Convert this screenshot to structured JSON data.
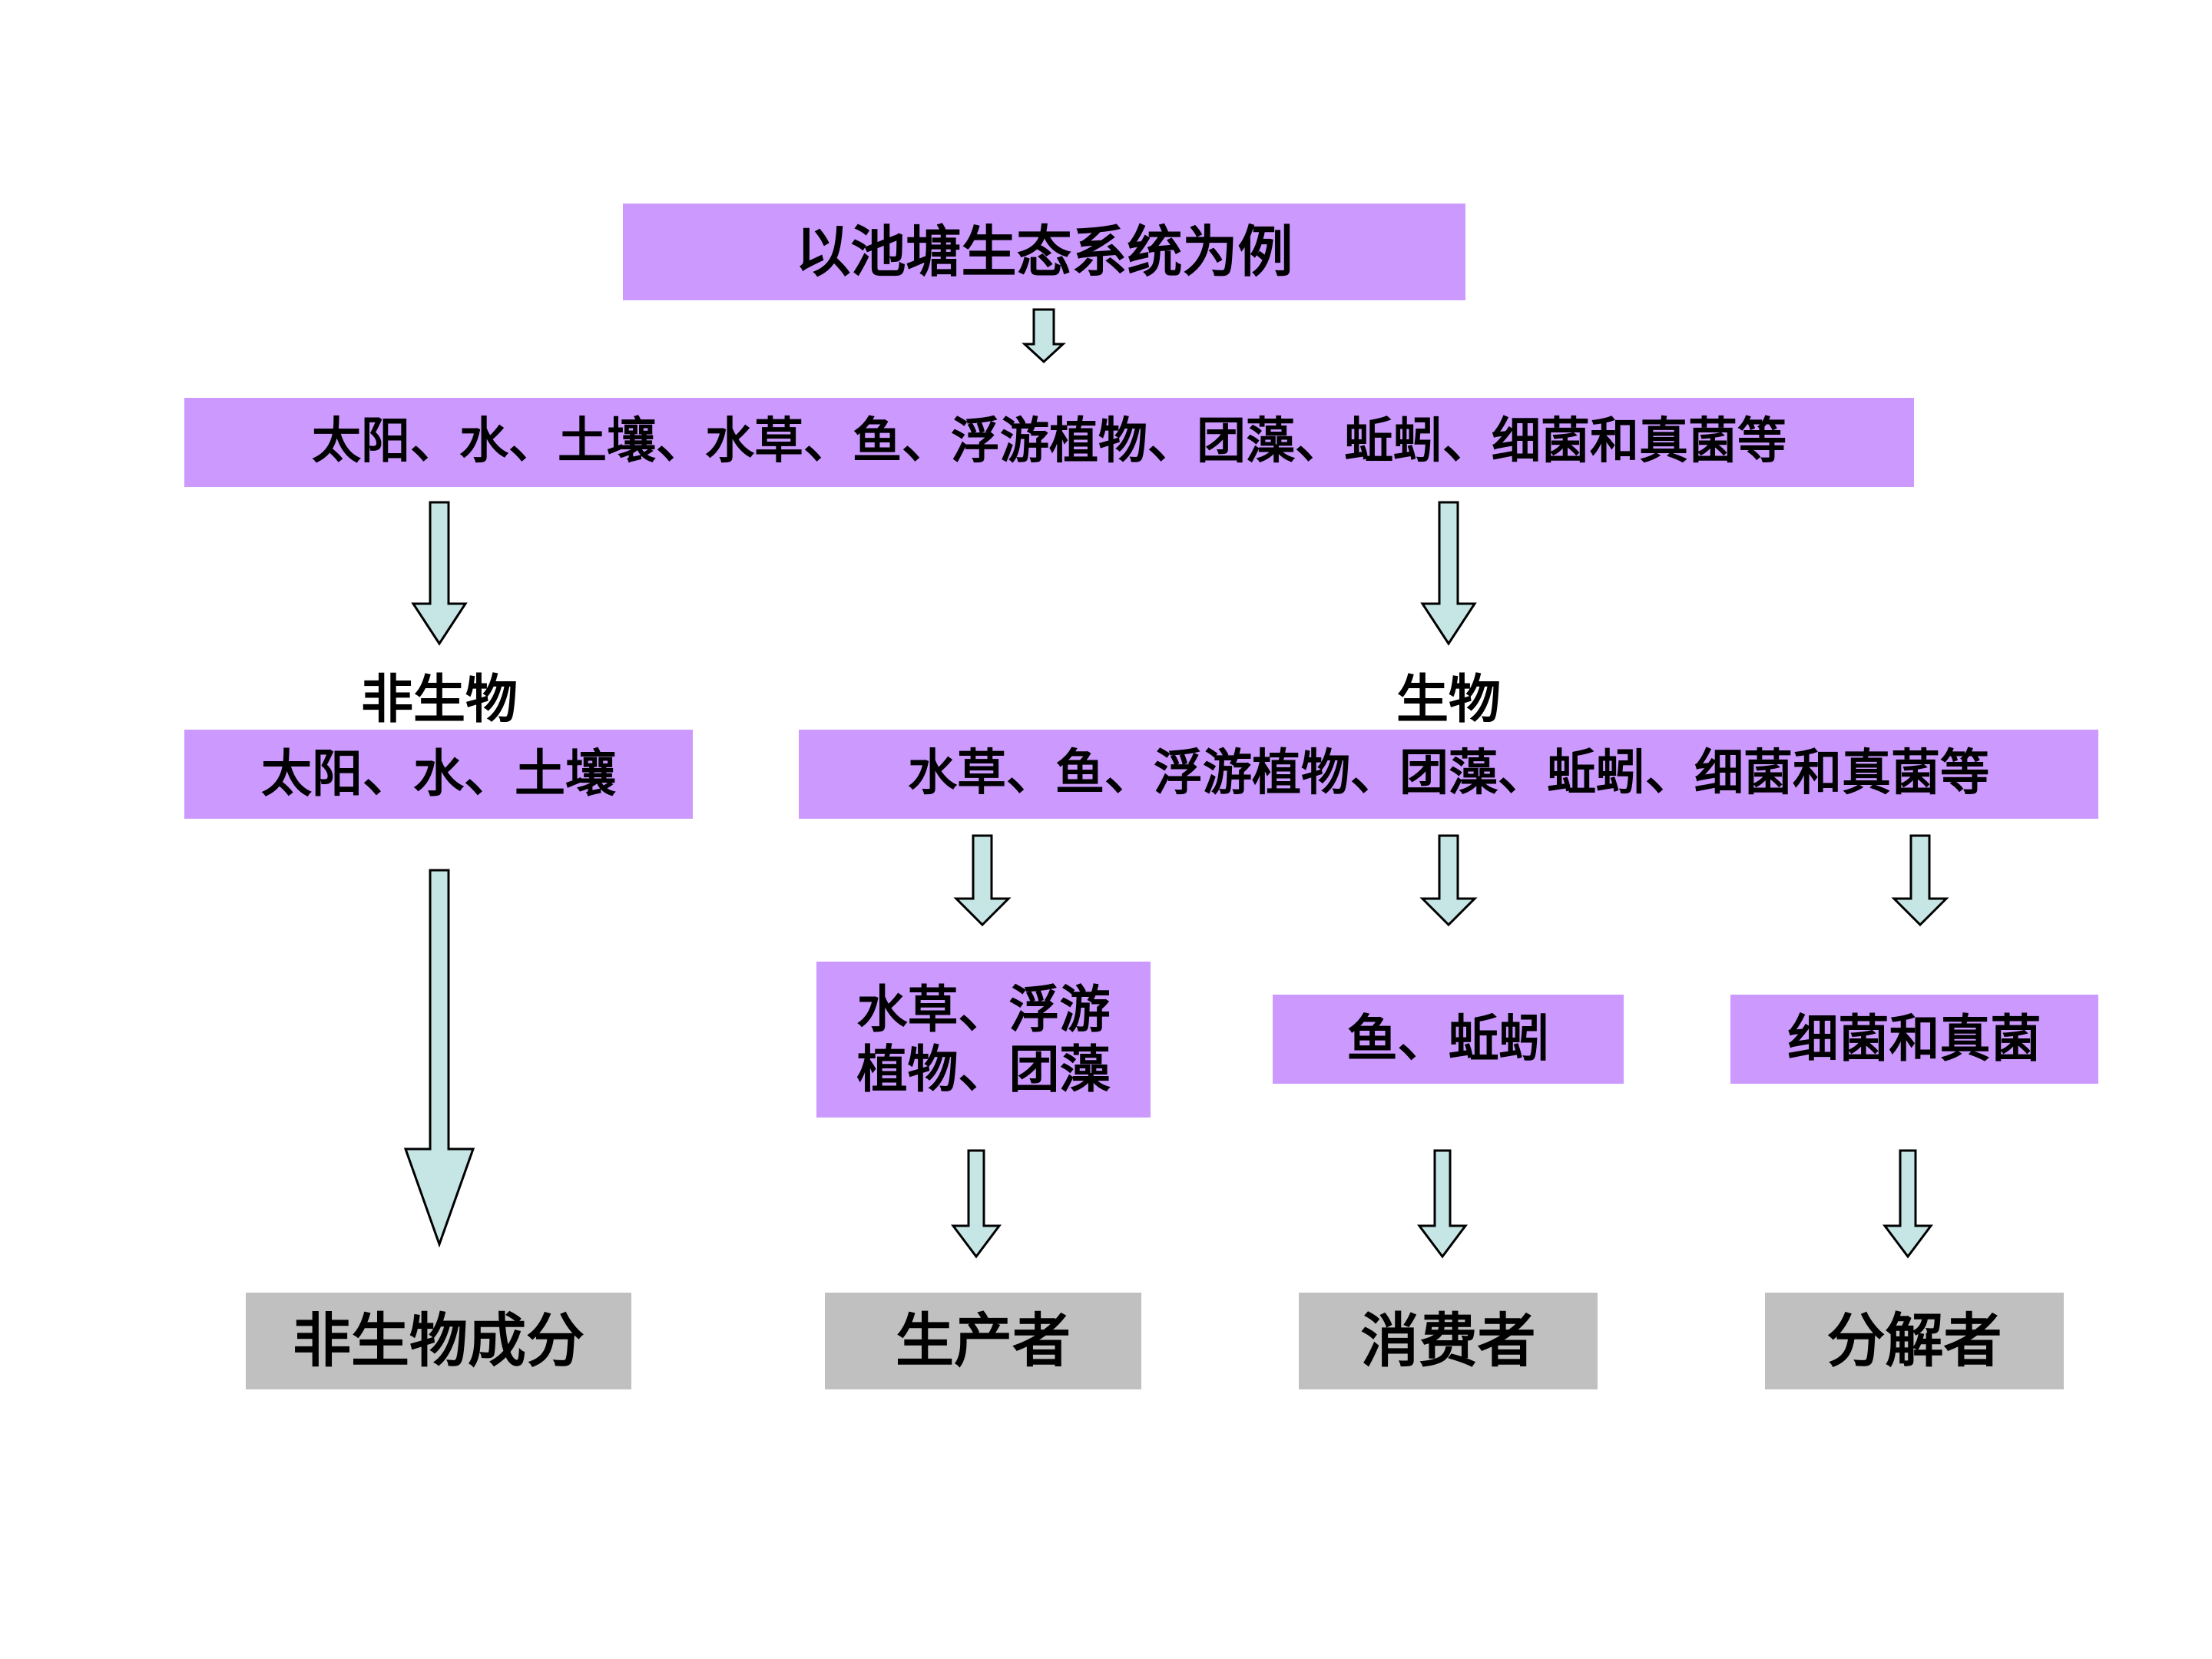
{
  "colors": {
    "purple_box": "#cc99ff",
    "gray_box": "#c0c0c0",
    "arrow_fill": "#c6e6e6"
  },
  "title": "以池塘生态系统为例",
  "all_components": "太阳、水、土壤、水草、鱼、浮游植物、团藻、蚯蚓、细菌和真菌等",
  "nonliving": {
    "heading": "非生物",
    "items": "太阳、水、土壤",
    "role": "非生物成分"
  },
  "living": {
    "heading": "生物",
    "items": "水草、鱼、浮游植物、团藻、蚯蚓、细菌和真菌等",
    "producers": {
      "items_line1": "水草、浮游",
      "items_line2": "植物、团藻",
      "role": "生产者"
    },
    "consumers": {
      "items": "鱼、蚯蚓",
      "role": "消费者"
    },
    "decomposers": {
      "items": "细菌和真菌",
      "role": "分解者"
    }
  }
}
